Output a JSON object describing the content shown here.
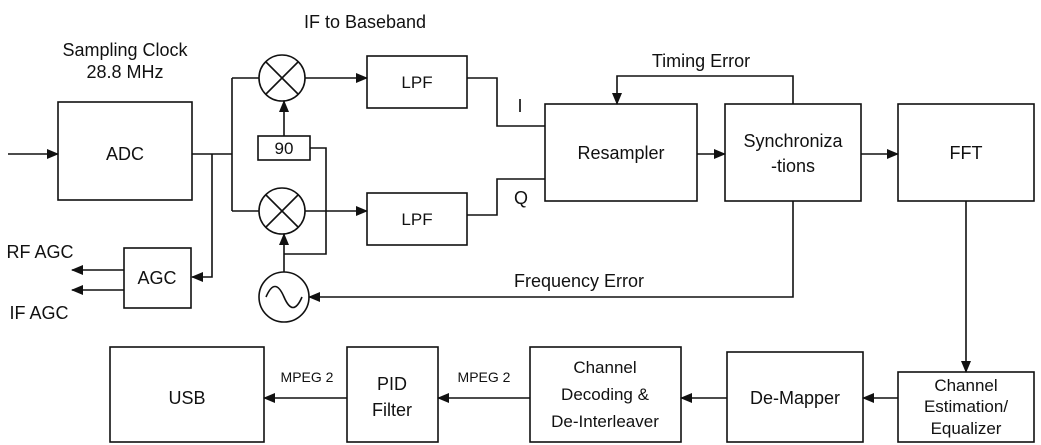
{
  "labels": {
    "sampling_clock": "Sampling Clock",
    "clock_freq": "28.8 MHz",
    "if_to_baseband": "IF to Baseband",
    "timing_error": "Timing Error",
    "frequency_error": "Frequency Error",
    "i_branch": "I",
    "q_branch": "Q",
    "rf_agc": "RF AGC",
    "if_agc": "IF AGC",
    "mpeg2_a": "MPEG 2",
    "mpeg2_b": "MPEG 2"
  },
  "blocks": {
    "adc": "ADC",
    "agc": "AGC",
    "phase_shift": "90",
    "lpf_i": "LPF",
    "lpf_q": "LPF",
    "resampler": "Resampler",
    "sync_line1": "Synchroniza",
    "sync_line2": "-tions",
    "fft": "FFT",
    "chest_line1": "Channel",
    "chest_line2": "Estimation/",
    "chest_line3": "Equalizer",
    "demapper": "De-Mapper",
    "chdec_line1": "Channel",
    "chdec_line2": "Decoding &",
    "chdec_line3": "De-Interleaver",
    "pid_line1": "PID",
    "pid_line2": "Filter",
    "usb": "USB"
  }
}
